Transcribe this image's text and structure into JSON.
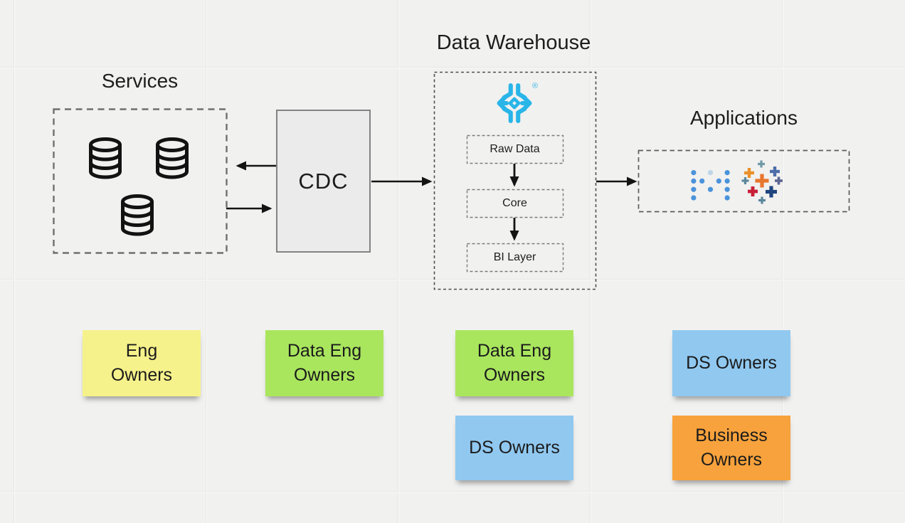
{
  "titles": {
    "data_warehouse": "Data Warehouse",
    "services": "Services",
    "applications": "Applications"
  },
  "cdc": {
    "label": "CDC"
  },
  "warehouse": {
    "layers": [
      {
        "label": "Raw Data"
      },
      {
        "label": "Core"
      },
      {
        "label": "BI Layer"
      }
    ]
  },
  "logos": {
    "snowflake": {
      "name": "snowflake-logo",
      "color": "#29b5e8",
      "registered_mark": "®"
    },
    "metabase": {
      "name": "metabase-logo",
      "color": "#4a93db"
    },
    "tableau": {
      "name": "tableau-logo",
      "palette": [
        "#E8762D",
        "#EB9129",
        "#7099A6",
        "#4E6EA9",
        "#59879B",
        "#5C6692",
        "#C72037",
        "#1F457E"
      ]
    }
  },
  "icons": {
    "database": {
      "name": "database-icon",
      "count": 3,
      "color": "#121212"
    }
  },
  "notes": [
    {
      "label": "Eng\nOwners",
      "color": "#f6f28b"
    },
    {
      "label": "Data Eng\nOwners",
      "color": "#a9e65e"
    },
    {
      "label": "Data Eng\nOwners",
      "color": "#a9e65e"
    },
    {
      "label": "DS Owners",
      "color": "#90c8f0"
    },
    {
      "label": "DS Owners",
      "color": "#90c8f0"
    },
    {
      "label": "Business\nOwners",
      "color": "#f7a23c"
    }
  ],
  "connector_color": "#141414"
}
